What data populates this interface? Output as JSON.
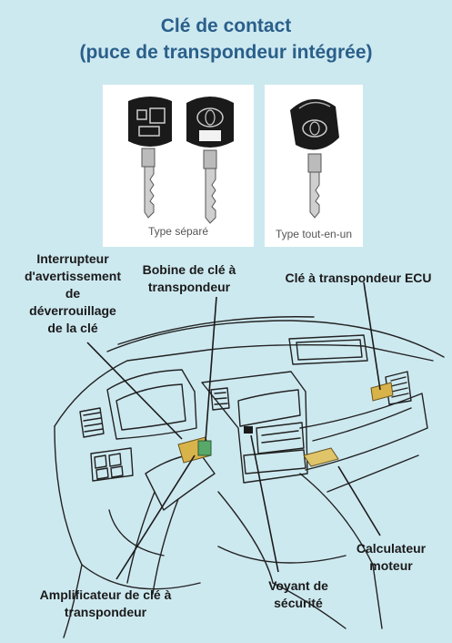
{
  "title": {
    "line1": "Clé de contact",
    "line2": "(puce de transpondeur intégrée)"
  },
  "keys": {
    "separate_caption": "Type séparé",
    "allinone_caption": "Type tout-en-un"
  },
  "labels": {
    "warning_switch": [
      "Interrupteur",
      "d'avertissement",
      "de",
      "déverrouillage",
      "de la clé"
    ],
    "coil": [
      "Bobine de clé à",
      "transpondeur"
    ],
    "ecu": "Clé à transpondeur ECU",
    "engine_ecu": [
      "Calculateur",
      "moteur"
    ],
    "security_light": [
      "Voyant de",
      "sécurité"
    ],
    "amplifier": [
      "Amplificateur de clé à",
      "transpondeur"
    ]
  },
  "colors": {
    "background": "#cde9f0",
    "title": "#2a5f8a",
    "component": "#d8b34a"
  }
}
